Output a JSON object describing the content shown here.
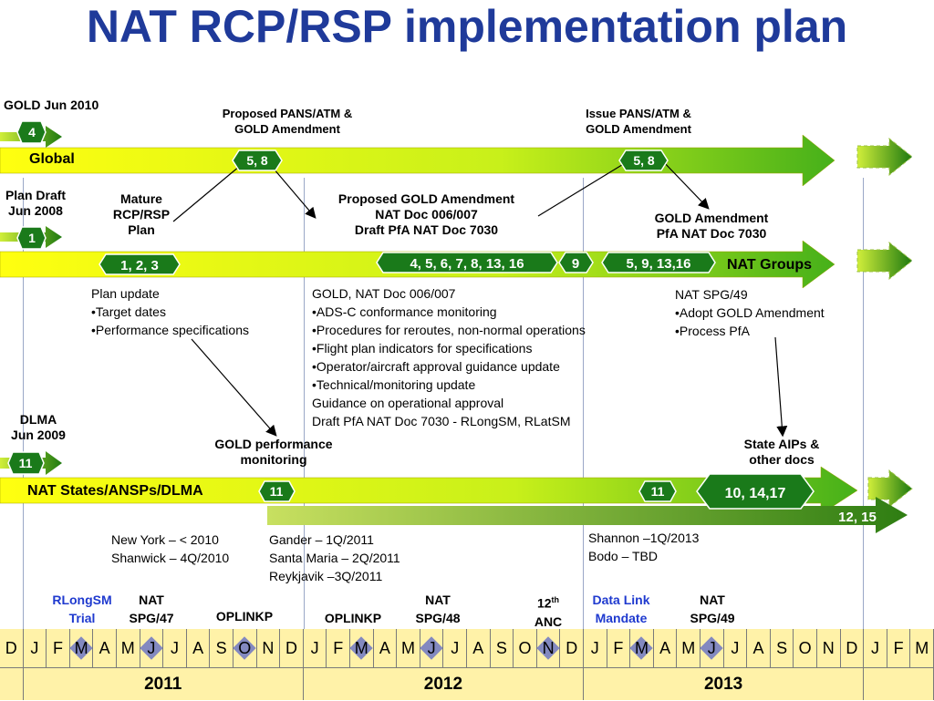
{
  "title": "NAT RCP/RSP implementation plan",
  "colors": {
    "title": "#1f3a9a",
    "arrow_light": "#ffff00",
    "arrow_dark": "#2e8b10",
    "badge": "#1a7a1a",
    "tick_diamond": "#5a66c8"
  },
  "tracks": [
    {
      "label": "Global",
      "start_label": "GOLD Jun 2010",
      "start_badge": "4"
    },
    {
      "label": "NAT Groups",
      "start_label": "Plan Draft\nJun 2008",
      "start_badge": "1"
    },
    {
      "label": "NAT States/ANSPs/DLMA",
      "start_label": "DLMA\nJun 2009",
      "start_badge": "11"
    }
  ],
  "badges": {
    "global_left": "5, 8",
    "global_right": "5, 8",
    "nat_a": "1, 2, 3",
    "nat_b": "4, 5, 6, 7, 8, 13, 16",
    "nat_c": "9",
    "nat_d": "5, 9, 13,16",
    "states_a": "11",
    "states_b": "11",
    "states_c": "10, 14,17",
    "extra": "12, 15"
  },
  "labels": {
    "proposed_pans": "Proposed PANS/ATM &\nGOLD Amendment",
    "issue_pans": "Issue PANS/ATM &\nGOLD Amendment",
    "mature_plan": "Mature\nRCP/RSP\nPlan",
    "proposed_gold": "Proposed GOLD Amendment\nNAT Doc 006/007\nDraft PfA NAT Doc 7030",
    "gold_amend": "GOLD Amendment\nPfA NAT Doc 7030",
    "gold_perf": "GOLD performance\nmonitoring",
    "state_aips": "State AIPs &\nother docs"
  },
  "notes": {
    "plan_update": {
      "head": "Plan update",
      "items": [
        "Target dates",
        "Performance specifications"
      ]
    },
    "gold_doc": {
      "head": "GOLD, NAT Doc 006/007",
      "items": [
        "ADS-C conformance monitoring",
        "Procedures for reroutes, non-normal operations",
        "Flight plan indicators for specifications",
        "Operator/aircraft approval guidance update",
        "Technical/monitoring update"
      ],
      "tail": [
        "Guidance on operational approval",
        "Draft PfA NAT Doc 7030 - RLongSM, RLatSM"
      ]
    },
    "nat_spg49": {
      "head": "NAT SPG/49",
      "items": [
        "Adopt GOLD Amendment",
        "Process PfA"
      ]
    },
    "states_left": [
      "New York – < 2010",
      "Shanwick – 4Q/2010"
    ],
    "states_mid": [
      "Gander – 1Q/2011",
      "Santa Maria – 2Q/2011",
      "Reykjavik –3Q/2011"
    ],
    "states_right": [
      "Shannon –1Q/2013",
      "Bodo – TBD"
    ]
  },
  "milestones": [
    {
      "text": "RLongSM\nTrial",
      "blue": true
    },
    {
      "text": "NAT\nSPG/47",
      "blue": false
    },
    {
      "text": "OPLINKP",
      "blue": false
    },
    {
      "text": "OPLINKP",
      "blue": false
    },
    {
      "text": "NAT\nSPG/48",
      "blue": false
    },
    {
      "text": "12th\nANC",
      "blue": false
    },
    {
      "text": "Data Link\nMandate",
      "blue": true
    },
    {
      "text": "NAT\nSPG/49",
      "blue": false
    }
  ],
  "months": [
    "D",
    "J",
    "F",
    "M",
    "A",
    "M",
    "J",
    "J",
    "A",
    "S",
    "O",
    "N",
    "D",
    "J",
    "F",
    "M",
    "A",
    "M",
    "J",
    "J",
    "A",
    "S",
    "O",
    "N",
    "D",
    "J",
    "F",
    "M",
    "A",
    "M",
    "J",
    "J",
    "A",
    "S",
    "O",
    "N",
    "D",
    "J",
    "F",
    "M"
  ],
  "diamond_months_index": [
    3,
    6,
    10,
    15,
    18,
    23,
    27,
    30
  ],
  "years": [
    "2011",
    "2012",
    "2013"
  ]
}
